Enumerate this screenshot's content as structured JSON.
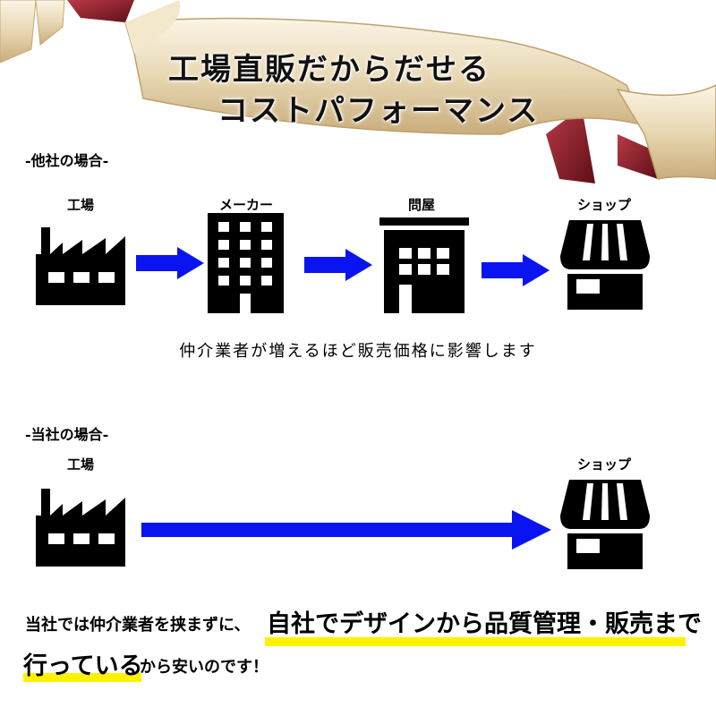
{
  "banner": {
    "title_line1": "工場直販だからだせる",
    "title_line2": "コストパフォーマンス"
  },
  "other_company": {
    "label": "-他社の場合-",
    "nodes": [
      {
        "label": "工場",
        "icon": "factory-icon"
      },
      {
        "label": "メーカー",
        "icon": "building-icon"
      },
      {
        "label": "問屋",
        "icon": "wholesaler-icon"
      },
      {
        "label": "ショップ",
        "icon": "shop-icon"
      }
    ],
    "note": "仲介業者が増えるほど販売価格に影響します"
  },
  "our_company": {
    "label": "-当社の場合-",
    "nodes": [
      {
        "label": "工場",
        "icon": "factory-icon"
      },
      {
        "label": "ショップ",
        "icon": "shop-icon"
      }
    ]
  },
  "message": {
    "part1": "当社では仲介業者を挟まずに、",
    "part2_emphasis": "自社でデザインから品質管理・販売まで",
    "part3_emphasis": "行っている",
    "part4": "から安いのです！"
  },
  "colors": {
    "arrow": "#0a14f0",
    "highlight": "#fff200",
    "ribbon_cream": "#efe2c6",
    "ribbon_red": "#8f1f2a"
  }
}
